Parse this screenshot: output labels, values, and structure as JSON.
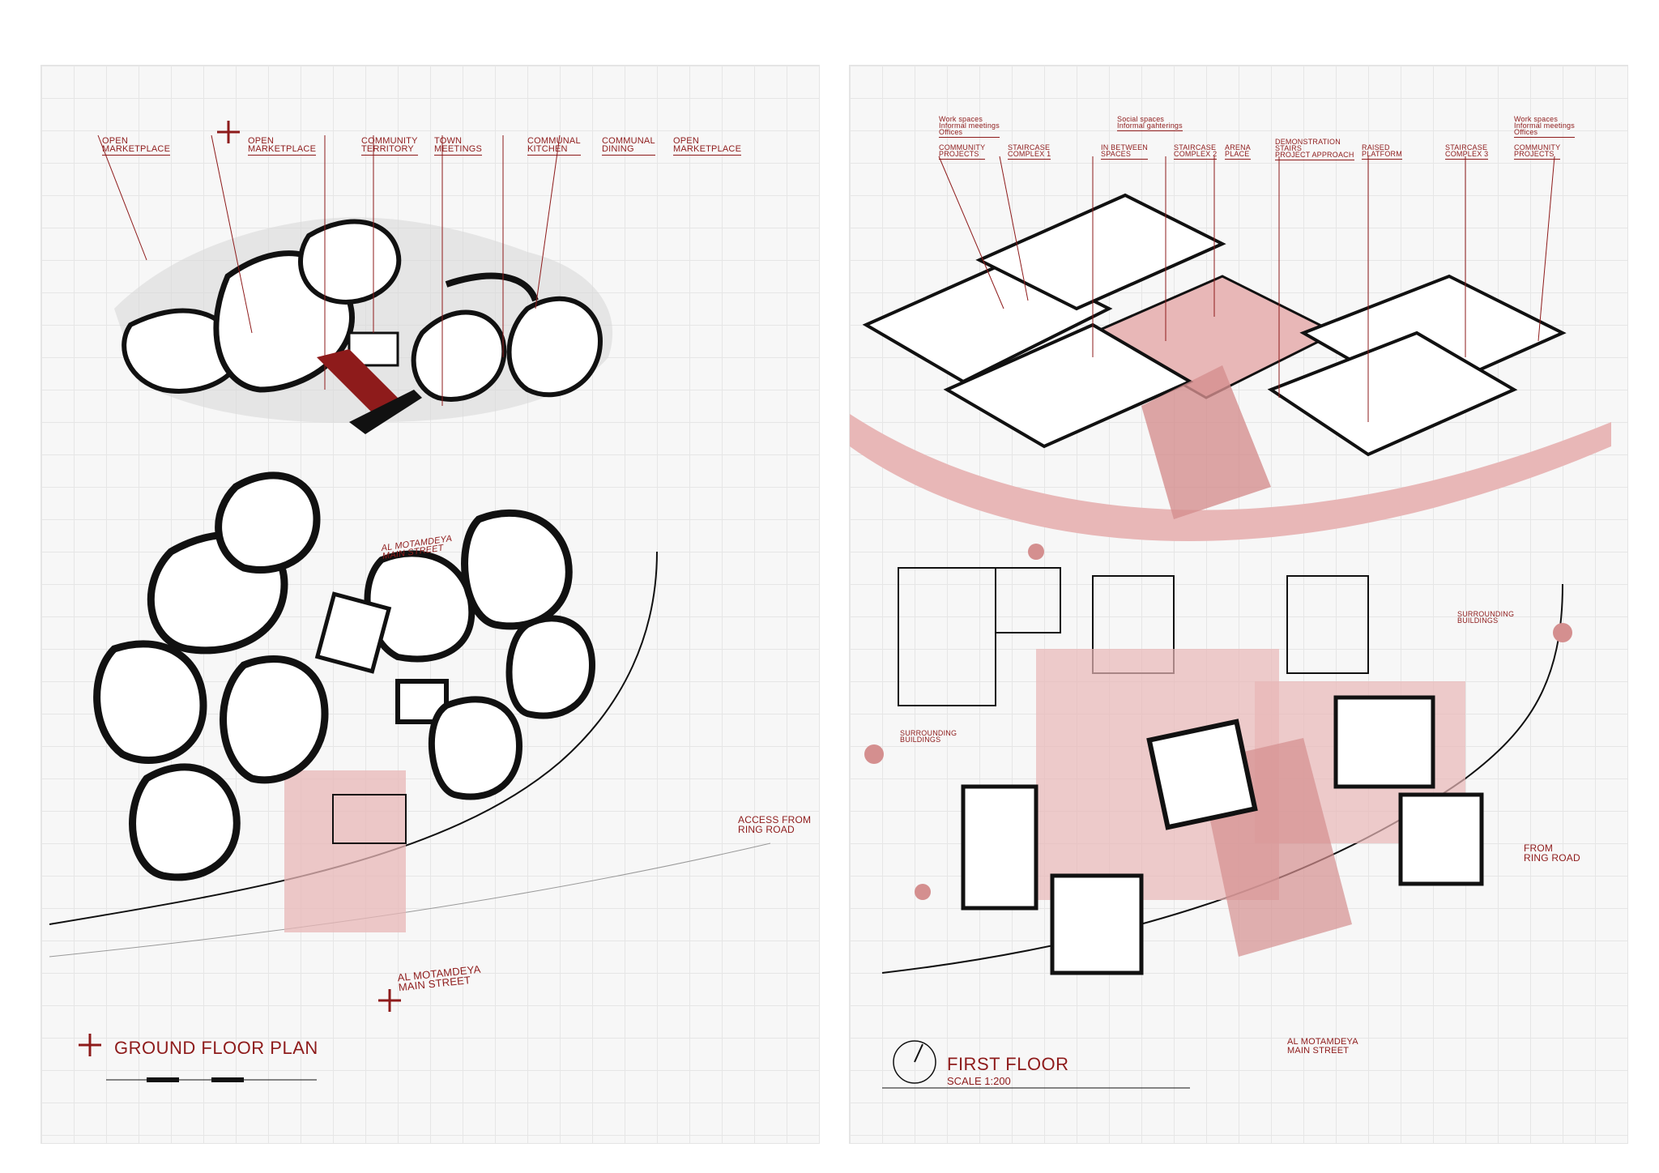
{
  "ground_plan": {
    "title": "GROUND FLOOR PLAN",
    "labels": [
      "OPEN\nMARKETPLACE",
      "OPEN\nMARKETPLACE",
      "COMMUNITY\nTERRITORY",
      "TOWN\nMEETINGS",
      "COMMUNAL\nKITCHEN",
      "COMMUNAL\nDINING",
      "OPEN\nMARKETPLACE"
    ],
    "street_top": "AL MOTAMDEYA\nMAIN STREET",
    "street_bottom": "AL MOTAMDEYA\nMAIN STREET",
    "access": "ACCESS FROM\nRING ROAD"
  },
  "first_floor": {
    "title": "FIRST FLOOR",
    "scale": "SCALE 1:200",
    "top_notes": [
      "Work spaces\nInformal meetings\nOffices",
      "Social spaces\nInformal gahterings",
      "Work spaces\nInformal meetings\nOffices"
    ],
    "labels": [
      "COMMUNITY\nPROJECTS",
      "STAIRCASE\nCOMPLEX 1",
      "IN BETWEEN\nSPACES",
      "STAIRCASE\nCOMPLEX 2",
      "ARENA\nPLACE",
      "DEMONSTRATION\nSTAIRS\nPROJECT APPROACH",
      "RAISED\nPLATFORM",
      "STAIRCASE\nCOMPLEX 3",
      "COMMUNITY\nPROJECTS"
    ],
    "surrounding_left": "SURROUNDING\nBUILDINGS",
    "surrounding_right": "SURROUNDING\nBUILDINGS",
    "from_ring": "FROM\nRING ROAD",
    "street": "AL MOTAMDEYA\nMAIN STREET"
  },
  "colors": {
    "accent": "#8e1b1b",
    "pink": "#e8b7b7",
    "black": "#111111"
  }
}
